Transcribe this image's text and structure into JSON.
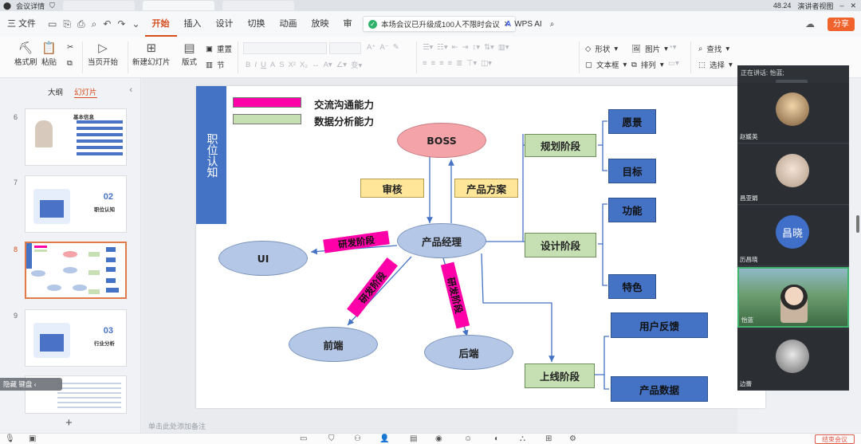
{
  "window": {
    "title": "会议详情",
    "battery": "48.24",
    "right_label": "演讲者视图"
  },
  "menu": {
    "file": "三 文件",
    "tabs": [
      "开始",
      "插入",
      "设计",
      "切换",
      "动画",
      "放映",
      "审"
    ],
    "active_tab": "开始",
    "toast": "本场会议已升级成100人不限时会议",
    "wps_ai": "WPS AI",
    "share": "分享"
  },
  "ribbon": {
    "format_painter": "格式刷",
    "paste": "粘贴",
    "start_from_current": "当页开始",
    "new_slide": "新建幻灯片",
    "layout": "版式",
    "section": "节",
    "reset": "重置",
    "shape": "形状",
    "picture": "图片",
    "find": "查找",
    "textbox": "文本框",
    "arrange": "排列",
    "select": "选择"
  },
  "left_panel": {
    "tab_outline": "大纲",
    "tab_slides": "幻灯片",
    "hide_label": "隐藏 键盘",
    "slides": [
      {
        "num": "6",
        "big": "",
        "small": "基本信息"
      },
      {
        "num": "7",
        "big": "02",
        "small": "职位认知"
      },
      {
        "num": "8",
        "big": "",
        "small": ""
      },
      {
        "num": "9",
        "big": "03",
        "small": "行业分析"
      }
    ]
  },
  "notes_placeholder": "单击此处添加备注",
  "slide": {
    "sidebar_title": "职位认知",
    "legend": [
      {
        "label": "交流沟通能力",
        "color": "#ff00a8"
      },
      {
        "label": "数据分析能力",
        "color": "#c6e0b4"
      }
    ],
    "nodes": {
      "boss": "BOSS",
      "pm": "产品经理",
      "ui": "UI",
      "frontend": "前端",
      "backend": "后端",
      "review": "审核",
      "plan": "产品方案",
      "planning_phase": "规划阶段",
      "design_phase": "设计阶段",
      "launch_phase": "上线阶段",
      "vision": "愿景",
      "goal": "目标",
      "feature": "功能",
      "trait": "特色",
      "feedback": "用户反馈",
      "product_data": "产品数据",
      "dev_ui": "研发阶段",
      "dev_front": "研发阶段",
      "dev_back": "研发阶段"
    },
    "colors": {
      "blue": "#4472c4",
      "green": "#c6e0b4",
      "yellow": "#ffe699",
      "magenta": "#ff00a8",
      "pink_ellipse": "#f4a3a8",
      "blue_ellipse": "#b4c7e7"
    }
  },
  "video_panel": {
    "header": "正在讲话: 怡蓝;",
    "participants": [
      {
        "name": "赵媛英",
        "avatar_text": ""
      },
      {
        "name": "昌亚娟",
        "avatar_text": ""
      },
      {
        "name": "历昌晓",
        "avatar_text": "昌晓"
      },
      {
        "name": "怡蓝",
        "avatar_text": ""
      },
      {
        "name": "边蕾",
        "avatar_text": ""
      }
    ]
  },
  "bottom": {
    "end_meeting": "结束会议"
  }
}
